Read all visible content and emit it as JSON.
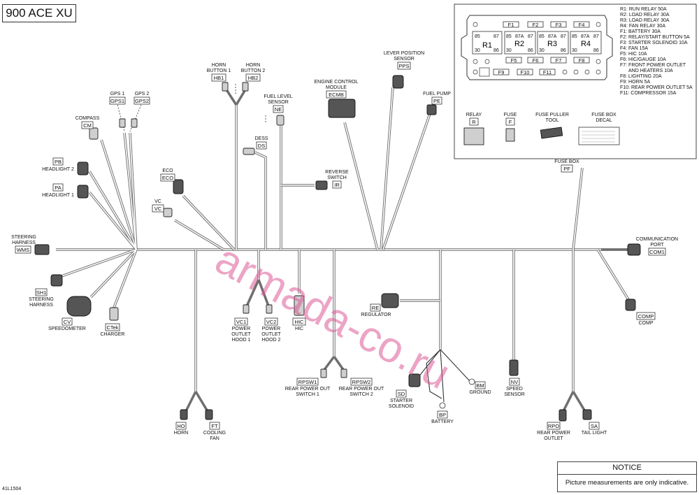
{
  "title": "900 ACE XU",
  "figure_id": "41L1504",
  "watermark": "armada-co.ru",
  "notice": {
    "heading": "NOTICE",
    "text": "Picture measurements are only indicative."
  },
  "fusebox": {
    "relays": [
      "R1",
      "R2",
      "R3",
      "R4"
    ],
    "relay_pins_top": [
      "85",
      "87A",
      "87"
    ],
    "relay_pins_bottom": [
      "30",
      "86"
    ],
    "fuses_top": [
      "F1",
      "F2",
      "F3",
      "F4"
    ],
    "fuses_mid": [
      "F5",
      "F6",
      "F7",
      "F8"
    ],
    "fuses_bottom": [
      "F9",
      "F10",
      "F11"
    ],
    "legend": [
      "R1: RUN RELAY 50A",
      "R2: LOAD RELAY 30A",
      "R3: LOAD RELAY 30A",
      "R4: FAN RELAY 30A",
      "F1: BATTERY 30A",
      "F2: RELAY/START BUTTON 5A",
      "F3: STARTER SOLENOID 10A",
      "F4: FAN 15A",
      "F5: HIC 10A",
      "F6: HIC/GAUGE 10A",
      "F7: FRONT POWER OUTLET",
      "AND HEATERS 10A",
      "F8: LIGHTING 20A",
      "F9: HORN 5A",
      "F10: REAR POWER OUTLET 5A",
      "F11: COMPRESSOR 15A"
    ],
    "parts": [
      {
        "name": [
          "RELAY"
        ],
        "code": "R"
      },
      {
        "name": [
          "FUSE"
        ],
        "code": "F"
      },
      {
        "name": [
          "FUSE PULLER",
          "TOOL"
        ],
        "code": ""
      },
      {
        "name": [
          "FUSE BOX",
          "DECAL"
        ],
        "code": ""
      }
    ]
  },
  "components": {
    "gps1": {
      "name": [
        "GPS 1"
      ],
      "code": "GPS1"
    },
    "gps2": {
      "name": [
        "GPS 2"
      ],
      "code": "GPS2"
    },
    "compass": {
      "name": [
        "COMPASS"
      ],
      "code": "CM"
    },
    "headlight2": {
      "name": [
        "HEADLIGHT 2"
      ],
      "code": "PB"
    },
    "headlight1": {
      "name": [
        "HEADLIGHT 1"
      ],
      "code": "PA"
    },
    "eco": {
      "name": [
        "ECO"
      ],
      "code": "ECO"
    },
    "vc": {
      "name": [
        "VC"
      ],
      "code": "VC"
    },
    "horn_btn1": {
      "name": [
        "HORN",
        "BUTTON 1"
      ],
      "code": "HB1"
    },
    "horn_btn2": {
      "name": [
        "HORN",
        "BUTTON 2"
      ],
      "code": "HB2"
    },
    "fuel_level": {
      "name": [
        "FUEL LEVEL",
        "SENSOR"
      ],
      "code": "NE"
    },
    "dess": {
      "name": [
        "DESS"
      ],
      "code": "DS"
    },
    "ecm": {
      "name": [
        "ENGINE CONTROL",
        "MODULE"
      ],
      "code": "ECMB"
    },
    "reverse": {
      "name": [
        "REVERSE",
        "SWITCH"
      ],
      "code": "IR"
    },
    "lever": {
      "name": [
        "LEVER POSITION",
        "SENSOR"
      ],
      "code": "PPS"
    },
    "fuel_pump": {
      "name": [
        "FUEL PUMP"
      ],
      "code": "PE"
    },
    "fusebox_conn": {
      "name": [
        "FUSE BOX"
      ],
      "code": "PF"
    },
    "steering_wms": {
      "name": [
        "STEERING",
        "HARNESS"
      ],
      "code": "WMS"
    },
    "steering_sh1": {
      "name": [
        "STEERING",
        "HARNESS"
      ],
      "code": "SH1"
    },
    "speedometer": {
      "name": [
        "SPEEDOMETER"
      ],
      "code": "CV"
    },
    "charger": {
      "name": [
        "CHARGER"
      ],
      "code": "CTek"
    },
    "comm_port": {
      "name": [
        "COMMUNICATION",
        "PORT"
      ],
      "code": "COM1"
    },
    "comp": {
      "name": [
        "COMP"
      ],
      "code": "COMP"
    },
    "outlet_hood1": {
      "name": [
        "POWER",
        "OUTLET",
        "HOOD 1"
      ],
      "code": "VC1"
    },
    "outlet_hood2": {
      "name": [
        "POWER",
        "OUTLET",
        "HOOD 2"
      ],
      "code": "VC2"
    },
    "hic": {
      "name": [
        "HIC"
      ],
      "code": "HIC"
    },
    "regulator": {
      "name": [
        "REGULATOR"
      ],
      "code": "RE"
    },
    "rear_sw1": {
      "name": [
        "REAR POWER OUT",
        "SWITCH 1"
      ],
      "code": "RPSW1"
    },
    "rear_sw2": {
      "name": [
        "REAR POWER OUT",
        "SWITCH 2"
      ],
      "code": "RPSW2"
    },
    "starter": {
      "name": [
        "STARTER",
        "SOLENOID"
      ],
      "code": "SD"
    },
    "battery": {
      "name": [
        "BATTERY"
      ],
      "code": "BP"
    },
    "ground": {
      "name": [
        "GROUND"
      ],
      "code": "BM"
    },
    "speed_sensor": {
      "name": [
        "SPEED",
        "SENSOR"
      ],
      "code": "NV"
    },
    "horn": {
      "name": [
        "HORN"
      ],
      "code": "HO"
    },
    "cooling_fan": {
      "name": [
        "COOLING",
        "FAN"
      ],
      "code": "FT"
    },
    "rear_outlet": {
      "name": [
        "REAR POWER",
        "OUTLET"
      ],
      "code": "RPO"
    },
    "tail_light": {
      "name": [
        "TAIL LIGHT"
      ],
      "code": "SA"
    }
  }
}
